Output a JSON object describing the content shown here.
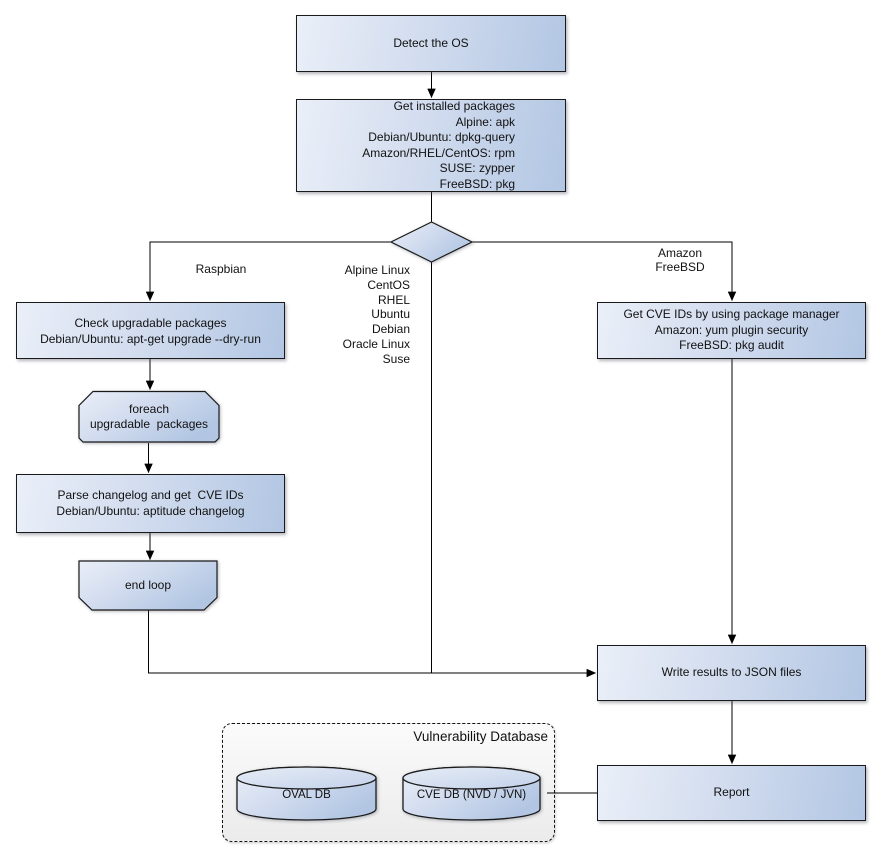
{
  "diagram": {
    "nodes": {
      "detect_os": {
        "label": "Detect the OS"
      },
      "get_packages": {
        "lines": [
          "Get installed packages",
          "Alpine: apk",
          "Debian/Ubuntu: dpkg-query",
          "Amazon/RHEL/CentOS: rpm",
          "SUSE: zypper",
          "FreeBSD: pkg"
        ]
      },
      "check_upgradable": {
        "lines": [
          "Check upgradable packages",
          "Debian/Ubuntu: apt-get upgrade --dry-run"
        ]
      },
      "foreach_loop": {
        "lines": [
          "foreach",
          "upgradable  packages"
        ]
      },
      "parse_changelog": {
        "lines": [
          "Parse changelog and get  CVE IDs",
          "Debian/Ubuntu: aptitude changelog"
        ]
      },
      "end_loop": {
        "label": "end loop"
      },
      "get_cve_ids": {
        "lines": [
          "Get CVE IDs by using package manager",
          "Amazon: yum plugin security",
          "FreeBSD: pkg audit"
        ]
      },
      "write_results": {
        "label": "Write results to JSON files"
      },
      "report": {
        "label": "Report"
      }
    },
    "edge_labels": {
      "raspbian": "Raspbian",
      "amazon_freebsd": [
        "Amazon",
        "FreeBSD"
      ],
      "os_list": [
        "Alpine Linux",
        "CentOS",
        "RHEL",
        "Ubuntu",
        "Debian",
        "Oracle Linux",
        "Suse"
      ]
    },
    "database": {
      "title": "Vulnerability Database",
      "oval_db": "OVAL DB",
      "cve_db": "CVE DB (NVD / JVN)"
    },
    "colors": {
      "node_fill_light": "#eaeff8",
      "node_fill_dark": "#b2c6e3",
      "node_border": "#1a1a1a",
      "connector": "#000000",
      "container_fill": "#eeeeee",
      "text": "#111111"
    }
  }
}
